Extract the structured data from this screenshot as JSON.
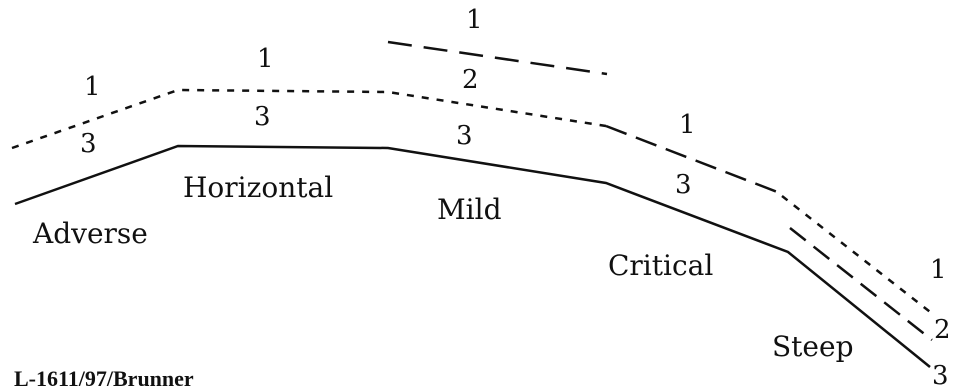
{
  "colors": {
    "ink": "#111111",
    "background": "#ffffff"
  },
  "labels": {
    "adverse": "Adverse",
    "horizontal": "Horizontal",
    "mild": "Mild",
    "critical": "Critical",
    "steep": "Steep"
  },
  "numbers": {
    "adverse_1": "1",
    "adverse_3": "3",
    "horizontal_1": "1",
    "horizontal_3": "3",
    "mild_1": "1",
    "mild_2": "2",
    "mild_3": "3",
    "critical_1": "1",
    "critical_3": "3",
    "steep_1": "1",
    "steep_2": "2",
    "steep_3": "3"
  },
  "credit": "L-1611/97/Brunner"
}
